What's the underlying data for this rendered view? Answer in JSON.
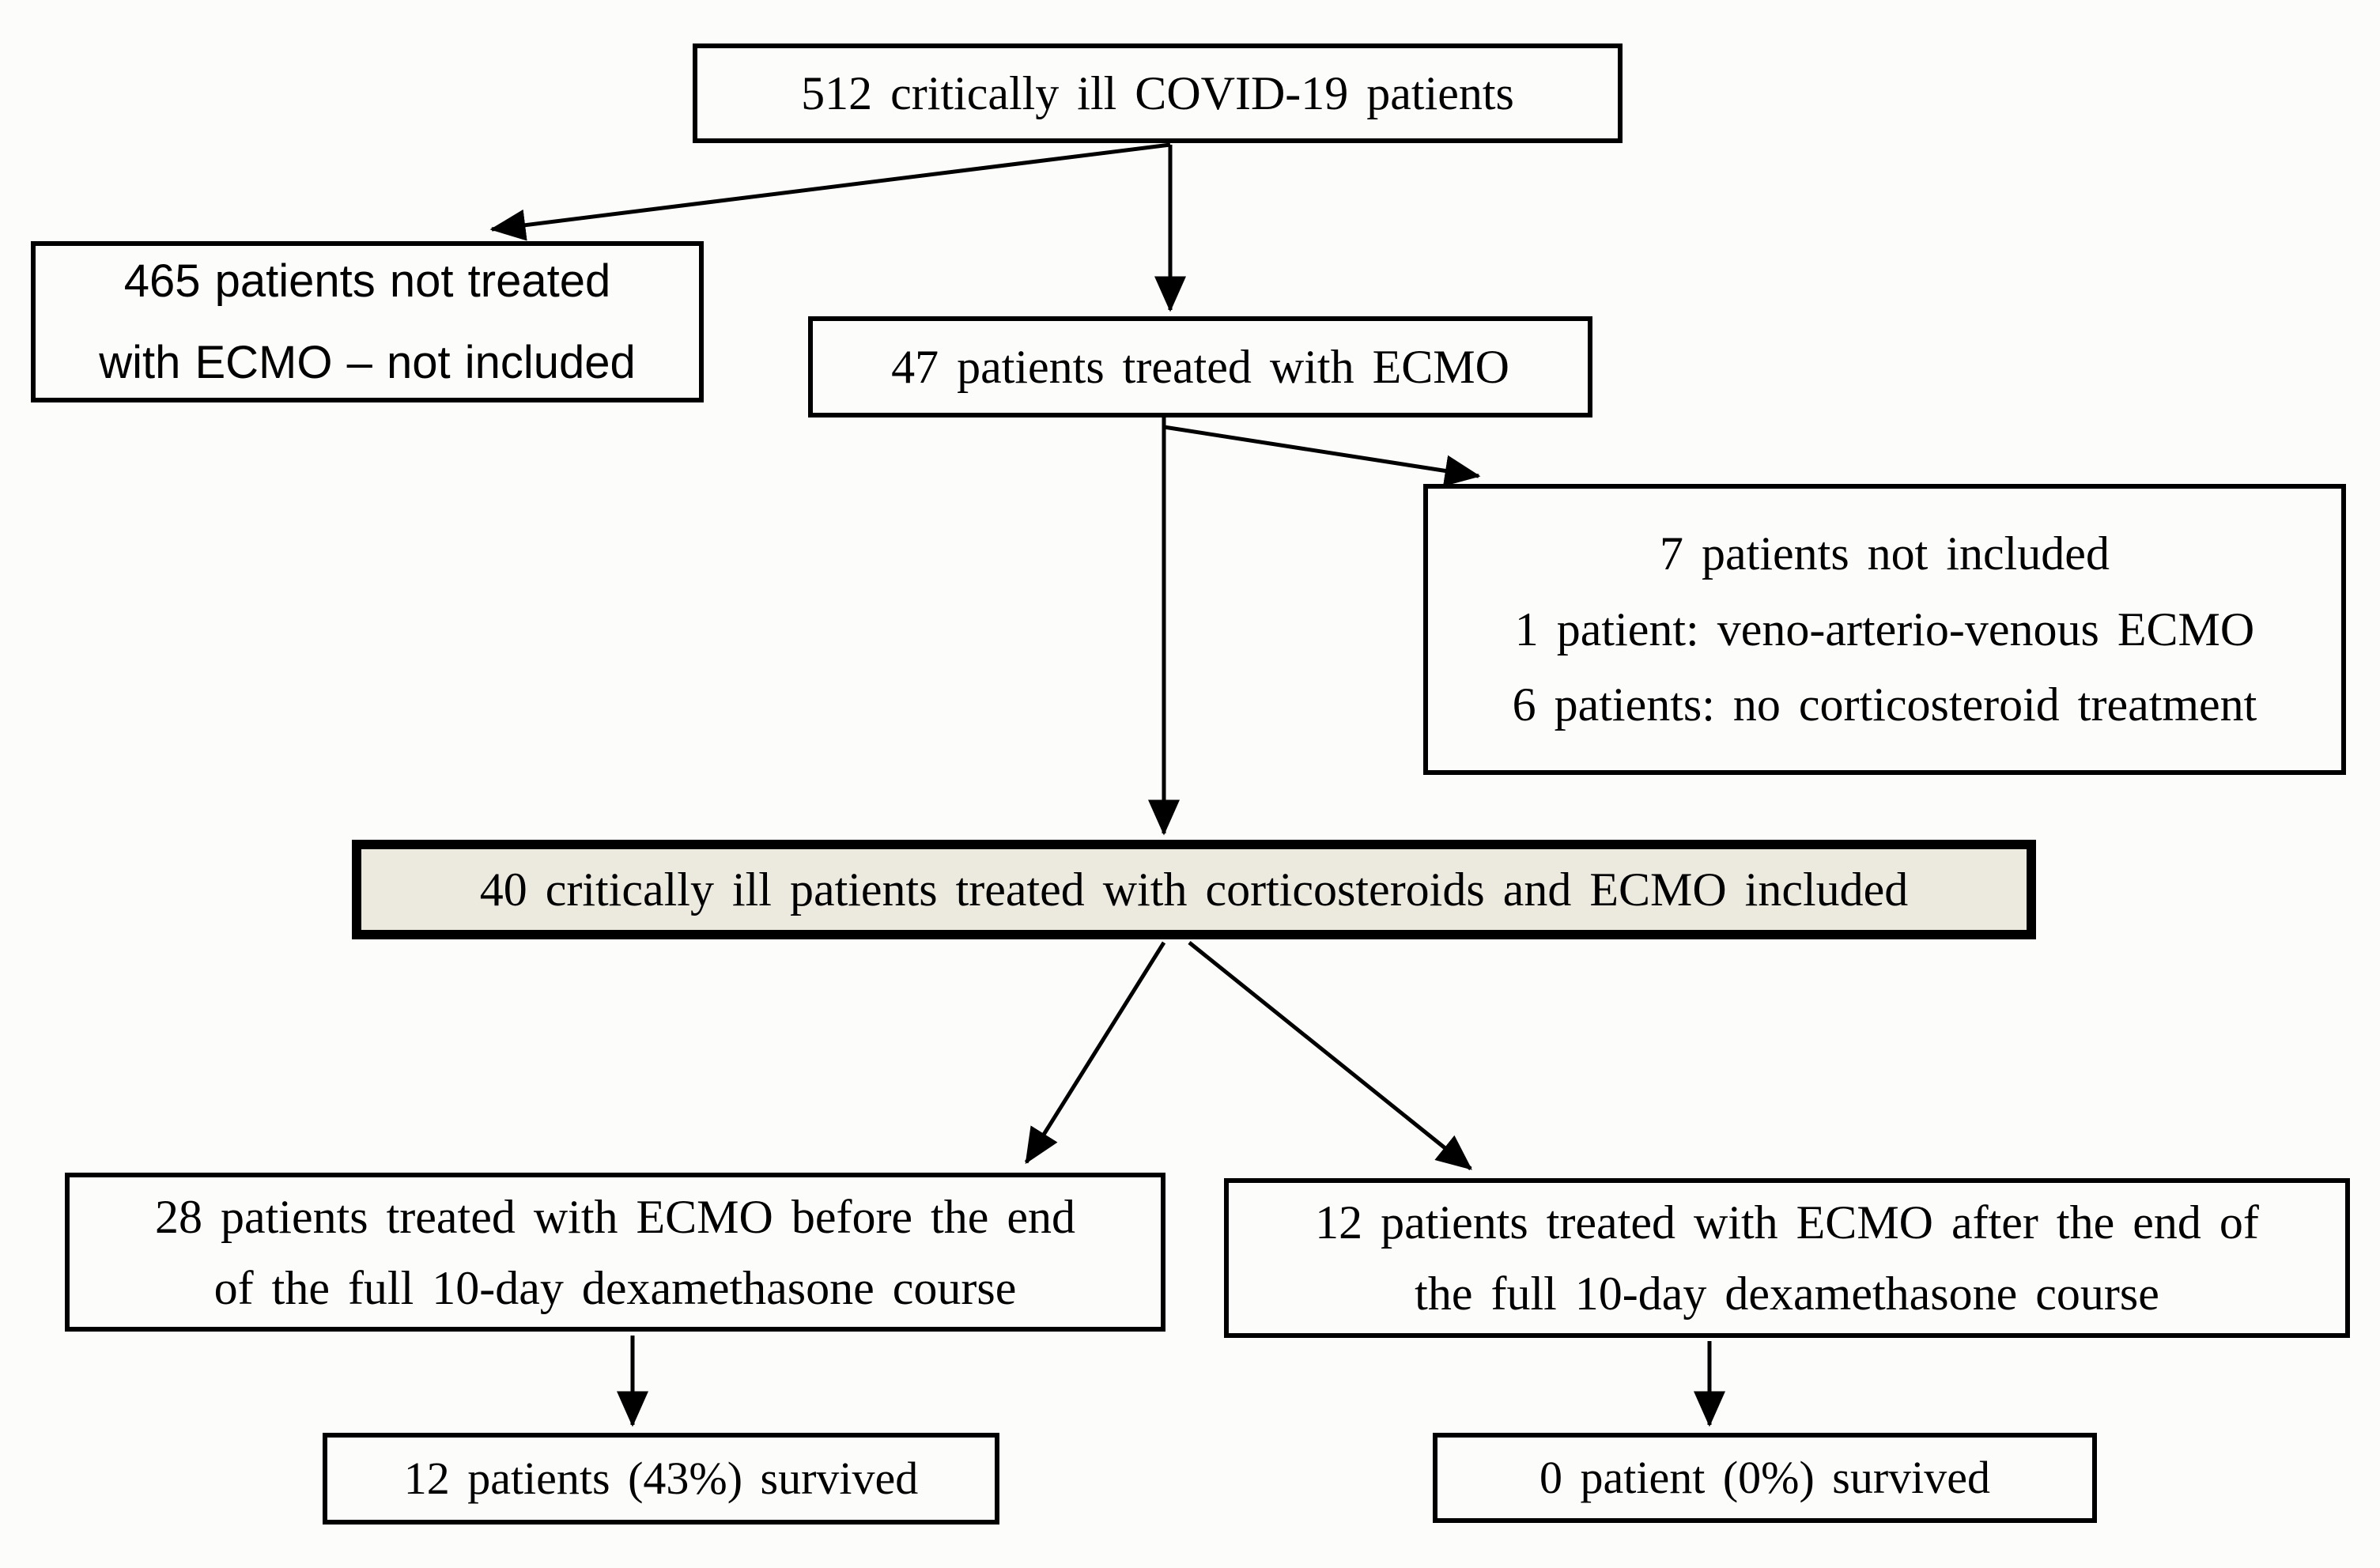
{
  "colors": {
    "page_background": "#fcfcfa",
    "box_border": "#000000",
    "highlight_fill": "#ece9df",
    "arrow": "#000000"
  },
  "flowchart": {
    "boxes": {
      "total": {
        "text": "512 critically ill COVID-19 patients"
      },
      "not_treated": {
        "line1": "465 patients not treated",
        "line2": "with ECMO – not included"
      },
      "ecmo": {
        "text": "47 patients treated with ECMO"
      },
      "not_included": {
        "line1": "7 patients not included",
        "line2": "1 patient: veno-arterio-venous ECMO",
        "line3": "6 patients: no corticosteroid treatment"
      },
      "included": {
        "text": "40 critically ill patients treated with corticosteroids and ECMO included"
      },
      "before_course": {
        "line1": "28 patients treated with ECMO before the end",
        "line2": "of the full 10-day dexamethasone course"
      },
      "after_course": {
        "line1": "12 patients treated with ECMO after the end of",
        "line2": "the full 10-day dexamethasone course"
      },
      "before_outcome": {
        "text": "12 patients (43%) survived"
      },
      "after_outcome": {
        "text": "0 patient (0%) survived"
      }
    }
  }
}
